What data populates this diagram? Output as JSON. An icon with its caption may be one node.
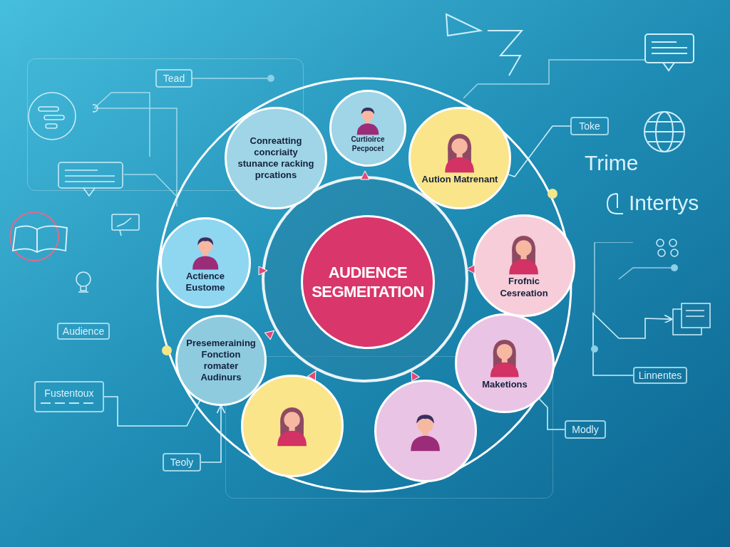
{
  "diagram": {
    "nodes": [
      {
        "text": [],
        "shape": "circle"
      },
      {
        "text": [
          "AUDIENCE SEGMEITATION"
        ],
        "in": 0
      },
      {
        "text": [
          "Conreatting concriaity stunance racking prcations"
        ]
      },
      {
        "text": [
          "Curtioirce Pecpocet"
        ]
      },
      {
        "text": [
          "Aution Matrenant"
        ]
      },
      {
        "text": [
          "Frofnic Cesreation"
        ]
      },
      {
        "text": [
          "Maketions"
        ]
      },
      {
        "text": [],
        "shape": "circle"
      },
      {
        "text": [],
        "shape": "circle"
      },
      {
        "text": [
          "Actience Eustome"
        ]
      },
      {
        "text": [
          "Presemeraining Fonction romater Audinurs"
        ]
      },
      {
        "text": [
          "Tead"
        ]
      },
      {
        "text": [
          "Toke"
        ]
      },
      {
        "text": [
          "Audience"
        ]
      },
      {
        "text": [
          "Fustentoux"
        ]
      },
      {
        "text": [
          "Teoly"
        ]
      },
      {
        "text": [
          "Modly"
        ]
      },
      {
        "text": [
          "Linnentes"
        ]
      },
      {
        "text": [],
        "shape": "picture"
      }
    ],
    "edges": [
      {
        "from": 12,
        "to": 4,
        "arrow": "none"
      },
      {
        "from": 14,
        "to": 10,
        "arrow": "none"
      },
      {
        "from": 15,
        "to": 10,
        "arrow": "to"
      },
      {
        "from": 16,
        "to": 6,
        "arrow": "none"
      },
      {
        "from": 17,
        "to": 18,
        "arrow": "to"
      }
    ],
    "labels": [
      "Trime",
      "Intertys"
    ]
  }
}
